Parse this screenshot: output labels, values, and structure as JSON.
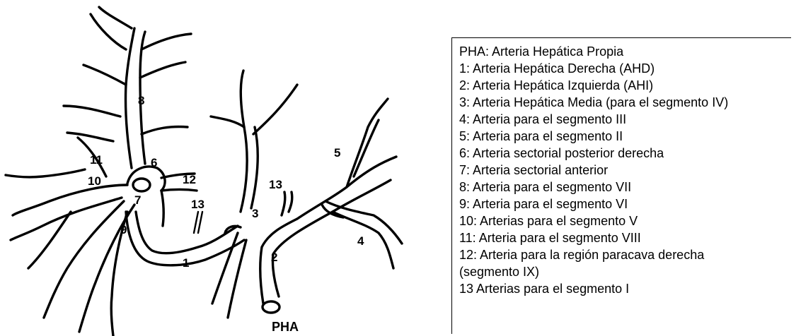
{
  "diagram": {
    "labels": {
      "n1": "1",
      "n2": "2",
      "n3": "3",
      "n4": "4",
      "n5": "5",
      "n6": "6",
      "n7": "7",
      "n8": "8",
      "n9": "9",
      "n10": "10",
      "n11": "11",
      "n12": "12",
      "n13a": "13",
      "n13b": "13",
      "pha": "PHA"
    }
  },
  "legend": {
    "lines": [
      "PHA: Arteria Hepática Propia",
      "1: Arteria Hepática Derecha (AHD)",
      "2: Arteria Hepática Izquierda (AHI)",
      "3: Arteria Hepática Media (para el segmento IV)",
      "4: Arteria para el segmento III",
      "5: Arteria para el segmento II",
      "6: Arteria sectorial posterior derecha",
      "7: Arteria sectorial anterior",
      "8: Arteria para el segmento VII",
      "9: Arteria para el segmento VI",
      "10: Arterias para el segmento V",
      "11: Arteria para el segmento VIII",
      "12: Arteria para la región paracava derecha",
      "(segmento IX)",
      "13 Arterias para el segmento I"
    ]
  }
}
